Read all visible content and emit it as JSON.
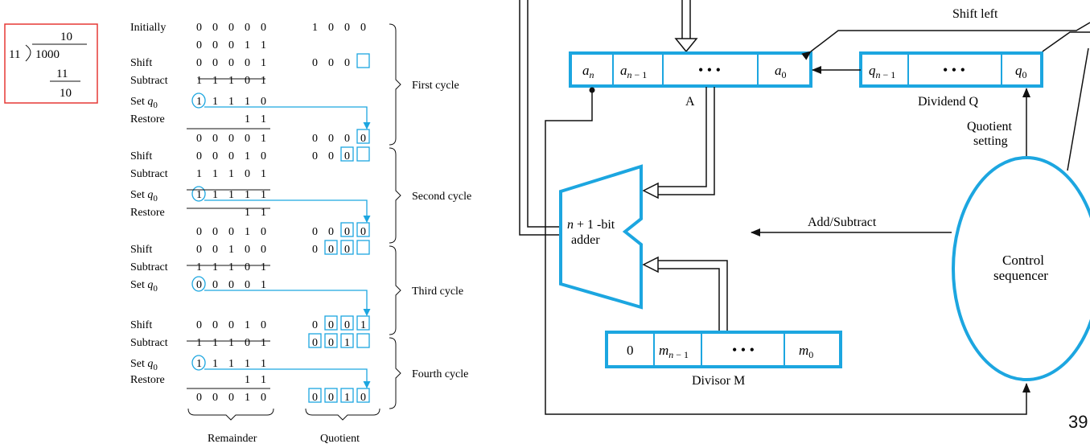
{
  "long_division": {
    "quotient": "10",
    "divisor": "11",
    "dividend": "1000",
    "subtrahend": "11",
    "remainder": "10"
  },
  "algorithm": {
    "steps": [
      {
        "op": "Initially",
        "bits": "0 0 0 0 0",
        "q": "1 0 0 0",
        "q_style": "plain"
      },
      {
        "op": "",
        "bits": "0 0 0 1 1",
        "q": "",
        "q_style": "plain"
      },
      {
        "op": "Shift",
        "bits": "0 0 0 0 1",
        "q": "0 0 0",
        "q_style": "box_empty"
      },
      {
        "op": "Subtract",
        "bits": "1 1 1 0 1",
        "q": "",
        "q_style": "plain"
      },
      {
        "op": "Set q0",
        "bits": "1 1 1 1 0",
        "q": "",
        "q_style": "plain"
      },
      {
        "op": "Restore",
        "bits": "1 1",
        "q": "",
        "q_style": "plain"
      },
      {
        "op": "",
        "bits": "0 0 0 0 1",
        "q": "0 0 0 0",
        "q_style": "last_boxed"
      },
      {
        "op": "Shift",
        "bits": "0 0 0 1 0",
        "q": "0 0 0",
        "q_style": "box_last_empty"
      },
      {
        "op": "Subtract",
        "bits": "1 1 1 0 1",
        "q": "",
        "q_style": "plain"
      },
      {
        "op": "Set q0",
        "bits": "1 1 1 1 1",
        "q": "",
        "q_style": "plain"
      },
      {
        "op": "Restore",
        "bits": "1 1",
        "q": "",
        "q_style": "plain"
      },
      {
        "op": "",
        "bits": "0 0 0 1 0",
        "q": "0 0 0 0",
        "q_style": "two_boxed"
      },
      {
        "op": "Shift",
        "bits": "0 0 1 0 0",
        "q": "0 0 0",
        "q_style": "two_boxed_empty"
      },
      {
        "op": "Subtract",
        "bits": "1 1 1 0 1",
        "q": "",
        "q_style": "plain"
      },
      {
        "op": "Set q0",
        "bits": "0 0 0 0 1",
        "q": "",
        "q_style": "plain"
      },
      {
        "op": "Shift",
        "bits": "0 0 0 1 0",
        "q": "0 0 0 1",
        "q_style": "three_boxed"
      },
      {
        "op": "Subtract",
        "bits": "1 1 1 0 1",
        "q": "0 0 1",
        "q_style": "all_boxed_empty"
      },
      {
        "op": "Set q0",
        "bits": "1 1 1 1 1",
        "q": "",
        "q_style": "plain"
      },
      {
        "op": "Restore",
        "bits": "1 1",
        "q": "",
        "q_style": "plain"
      },
      {
        "op": "",
        "bits": "0 0 0 1 0",
        "q": "0 0 1 0",
        "q_style": "all_boxed"
      }
    ],
    "cycles": [
      "First cycle",
      "Second cycle",
      "Third cycle",
      "Fourth cycle"
    ],
    "footer_remainder": "Remainder",
    "footer_quotient": "Quotient"
  },
  "hardware": {
    "register_a": {
      "cells": [
        "a_n",
        "a_{n-1}",
        "• • •",
        "a_0"
      ],
      "label": "A"
    },
    "register_q": {
      "cells": [
        "q_{n-1}",
        "• • •",
        "q_0"
      ],
      "label": "Dividend Q"
    },
    "register_m": {
      "cells": [
        "0",
        "m_{n-1}",
        "• • •",
        "m_0"
      ],
      "label": "Divisor M"
    },
    "adder_label_line1": "n + 1 -bit",
    "adder_label_line2": "adder",
    "shift_left_label": "Shift left",
    "quotient_setting_line1": "Quotient",
    "quotient_setting_line2": "setting",
    "add_subtract_label": "Add/Subtract",
    "control_line1": "Control",
    "control_line2": "sequencer"
  },
  "colors": {
    "accent": "#1ca6e0",
    "highlight_box": "#e53935",
    "ink": "#111111"
  },
  "page_number": "39"
}
